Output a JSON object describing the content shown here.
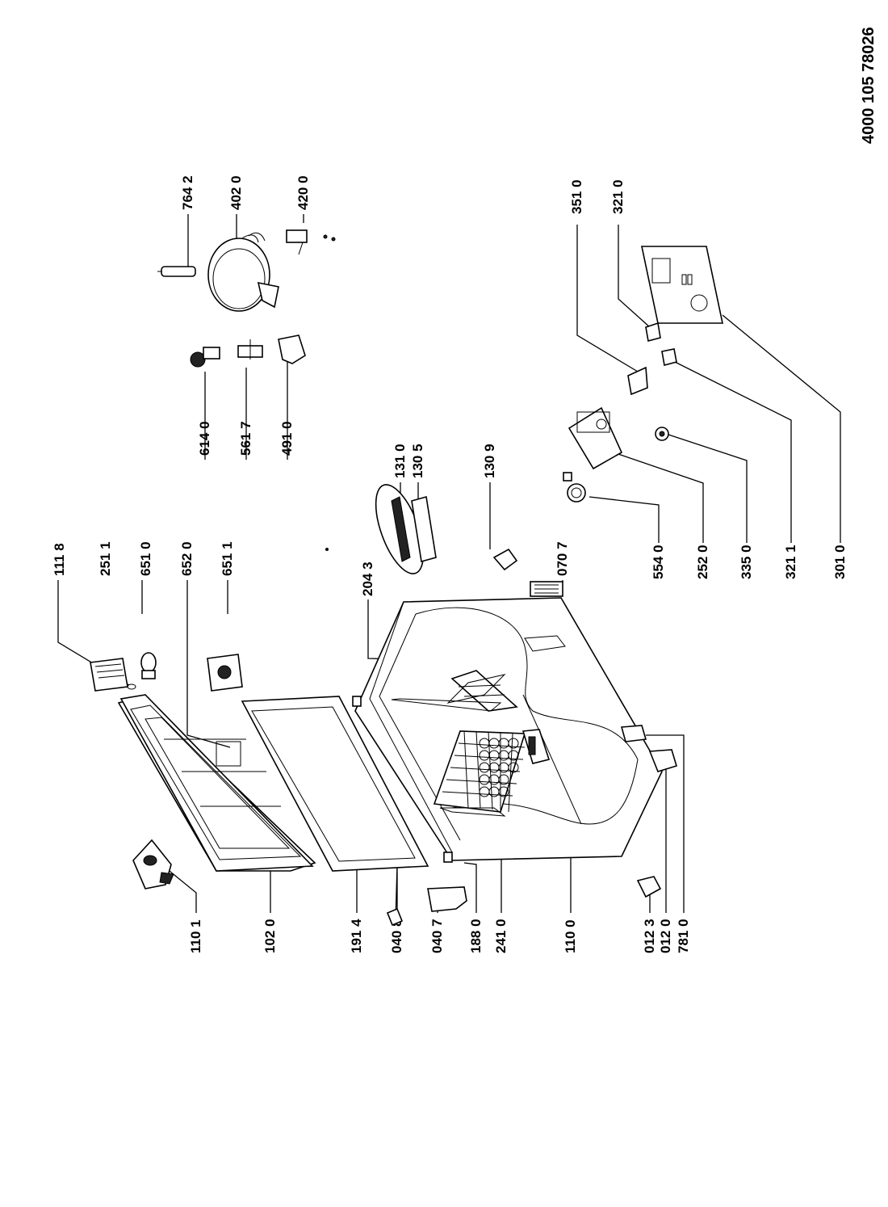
{
  "document_number": "4000 105 78026",
  "labels": {
    "p1101": "110 1",
    "p1020": "102 0",
    "p1914": "191 4",
    "p0408": "040 8",
    "p0407": "040 7",
    "p1880": "188 0",
    "p2410": "241 0",
    "p1100": "110 0",
    "p0123": "012 3",
    "p0120": "012 0",
    "p7810": "781 0",
    "p1118": "111 8",
    "p2511": "251 1",
    "p6510": "651 0",
    "p6520": "652 0",
    "p6511": "651 1",
    "p2043": "204 3",
    "p1310": "131 0",
    "p1305": "130 5",
    "p1309": "130 9",
    "p0707": "070 7",
    "p6140": "614 0",
    "p5617": "561 7",
    "p4910": "491 0",
    "p7642": "764 2",
    "p4020": "402 0",
    "p4200": "420 0",
    "p5540": "554 0",
    "p2520": "252 0",
    "p3350": "335 0",
    "p3211": "321 1",
    "p3010": "301 0",
    "p3510": "351 0",
    "p3210": "321 0"
  }
}
